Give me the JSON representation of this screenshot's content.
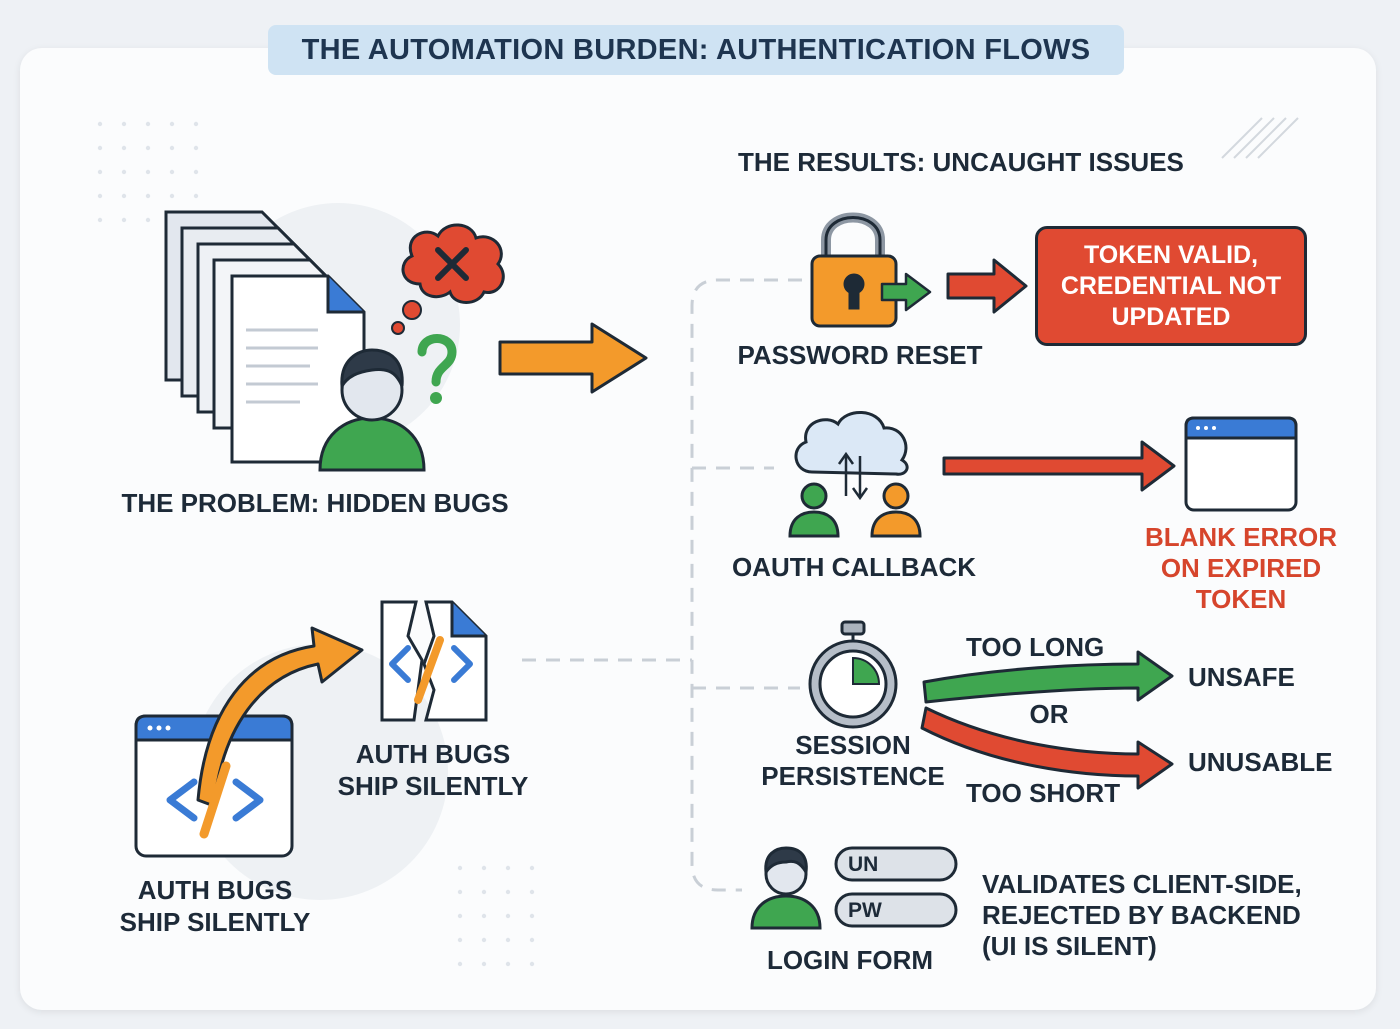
{
  "title": "THE AUTOMATION BURDEN: AUTHENTICATION FLOWS",
  "results_heading": "THE RESULTS: UNCAUGHT ISSUES",
  "problem": {
    "label": "THE PROBLEM: HIDDEN BUGS"
  },
  "ship_silently": {
    "upper_line1": "AUTH BUGS",
    "upper_line2": "SHIP SILENTLY",
    "lower_line1": "AUTH BUGS",
    "lower_line2": "SHIP SILENTLY"
  },
  "password_reset": {
    "label": "PASSWORD RESET",
    "result_line1": "TOKEN VALID,",
    "result_line2": "CREDENTIAL NOT",
    "result_line3": "UPDATED"
  },
  "oauth": {
    "label": "OAUTH CALLBACK",
    "result_line1": "BLANK ERROR",
    "result_line2": "ON EXPIRED",
    "result_line3": "TOKEN"
  },
  "session": {
    "label_line1": "SESSION",
    "label_line2": "PERSISTENCE",
    "too_long": "TOO LONG",
    "or": "OR",
    "too_short": "TOO SHORT",
    "unsafe": "UNSAFE",
    "unusable": "UNUSABLE"
  },
  "login": {
    "label": "LOGIN FORM",
    "field_un": "UN",
    "field_pw": "PW",
    "result_line1": "VALIDATES CLIENT-SIDE,",
    "result_line2": "REJECTED BY BACKEND",
    "result_line3": "(UI IS SILENT)"
  },
  "colors": {
    "orange": "#f39a2b",
    "red": "#e04a32",
    "green": "#3fa650",
    "blue": "#3a7bd5",
    "dark": "#1e2a36"
  },
  "icons": [
    "documents-icon",
    "person-icon",
    "error-cloud-icon",
    "question-mark-icon",
    "padlock-icon",
    "cloud-sync-icon",
    "users-icon",
    "browser-window-icon",
    "stopwatch-icon",
    "code-window-icon",
    "broken-code-file-icon",
    "login-person-icon"
  ]
}
